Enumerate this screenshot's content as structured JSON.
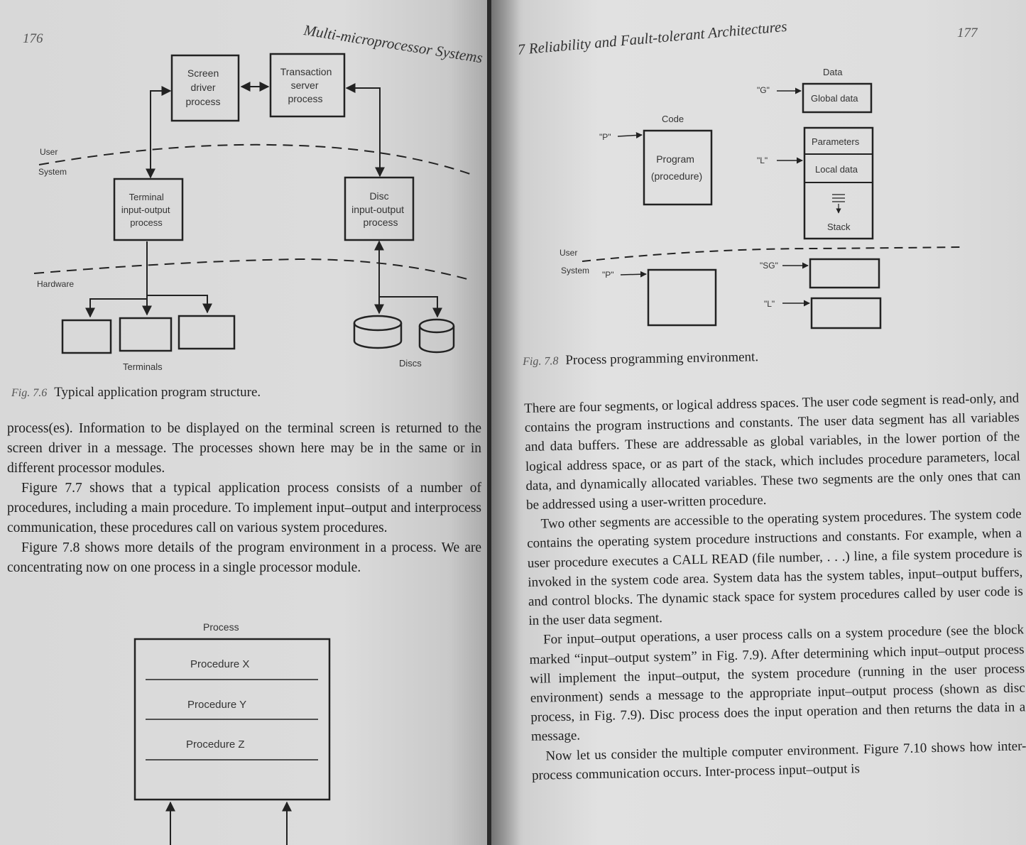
{
  "left_page": {
    "page_number": "176",
    "running_head": "Multi-microprocessor Systems",
    "fig76": {
      "boxes": {
        "screen_driver": [
          "Screen",
          "driver",
          "process"
        ],
        "transaction_server": [
          "Transaction",
          "server",
          "process"
        ],
        "terminal_io": [
          "Terminal",
          "input-output",
          "process"
        ],
        "disc_io": [
          "Disc",
          "input-output",
          "process"
        ]
      },
      "levels": {
        "user": "User",
        "system": "System",
        "hardware": "Hardware"
      },
      "terminals_label": "Terminals",
      "discs_label": "Discs",
      "caption_num": "Fig. 7.6",
      "caption_text": "Typical application program structure."
    },
    "paragraphs": [
      "process(es). Information to be displayed on the terminal screen is returned to the screen driver in a message. The processes shown here may be in the same or in different processor modules.",
      "Figure 7.7 shows that a typical application process consists of a number of procedures, including a main procedure. To implement input–output and interprocess communication, these procedures call on various system procedures.",
      "Figure 7.8 shows more details of the program environment in a process. We are concentrating now on one process in a single processor module."
    ],
    "fig77": {
      "title": "Process",
      "procedures": [
        "Procedure X",
        "Procedure Y",
        "Procedure Z"
      ]
    }
  },
  "right_page": {
    "page_number": "177",
    "running_head": "7 Reliability and Fault-tolerant Architectures",
    "fig78": {
      "data_label": "Data",
      "code_label": "Code",
      "g_pointer": "\"G\"",
      "p_pointer": "\"P\"",
      "l_pointer": "\"L\"",
      "sg_pointer": "\"SG\"",
      "global_data": "Global data",
      "program": [
        "Program",
        "(procedure)"
      ],
      "parameters": "Parameters",
      "local_data": "Local data",
      "stack": "Stack",
      "user": "User",
      "system": "System",
      "caption_num": "Fig. 7.8",
      "caption_text": "Process programming environment."
    },
    "paragraphs": [
      "There are four segments, or logical address spaces. The user code segment is read-only, and contains the program instructions and constants. The user data segment has all variables and data buffers. These are addressable as global variables, in the lower portion of the logical address space, or as part of the stack, which includes procedure parameters, local data, and dynamically allocated variables. These two segments are the only ones that can be addressed using a user-written procedure.",
      "Two other segments are accessible to the operating system procedures. The system code contains the operating system procedure instructions and constants. For example, when a user procedure executes a CALL READ (file number, . . .) line, a file system procedure is invoked in the system code area. System data has the system tables, input–output buffers, and control blocks. The dynamic stack space for system procedures called by user code is in the user data segment.",
      "For input–output operations, a user process calls on a system procedure (see the block marked “input–output system” in Fig. 7.9). After determining which input–output process will implement the input–output, the system procedure (running in the user process environment) sends a message to the appropriate input–output process (shown as disc process, in Fig. 7.9). Disc process does the input operation and then returns the data in a message.",
      "Now let us consider the multiple computer environment. Figure 7.10 shows how inter-process communication occurs. Inter-process input–output is"
    ]
  }
}
